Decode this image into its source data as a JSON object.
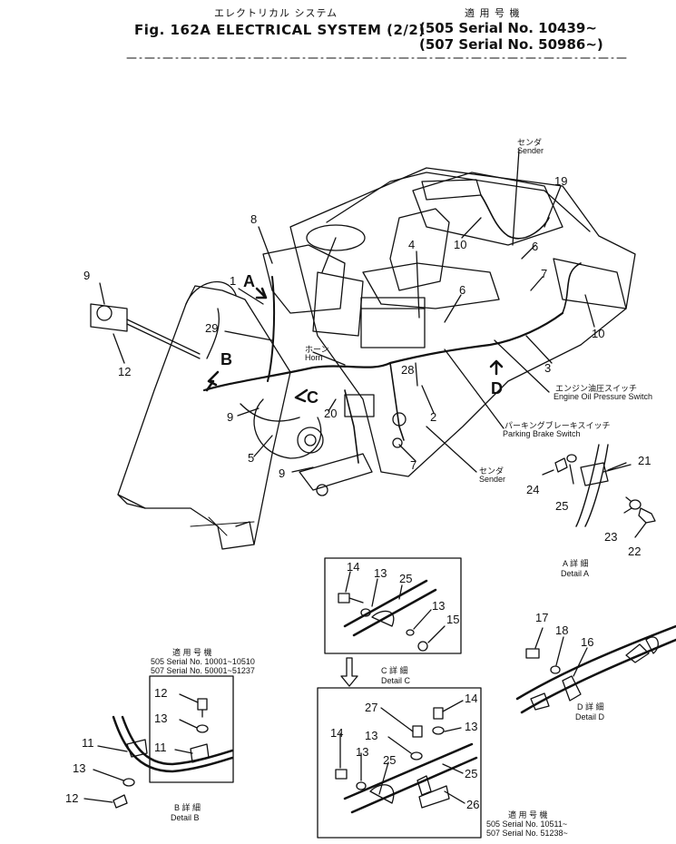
{
  "header": {
    "jp_title": "エレクトリカル システム",
    "title": "Fig. 162A ELECTRICAL SYSTEM (2/2)",
    "applicable_jp": "適 用 号 機",
    "serial_1": "(505 Serial No. 10439~",
    "serial_2": "(507 Serial No. 50986~)"
  },
  "callouts": [
    "1",
    "2",
    "3",
    "4",
    "5",
    "6",
    "6",
    "7",
    "7",
    "8",
    "9",
    "9",
    "9",
    "10",
    "10",
    "12",
    "19",
    "20",
    "28",
    "29"
  ],
  "labels": {
    "sender_top_jp": "センダ",
    "sender_top": "Sender",
    "horn_jp": "ホーン",
    "horn": "Horn",
    "engine_oil_jp": "エンジン油圧スイッチ",
    "engine_oil": "Engine Oil Pressure Switch",
    "parking_jp": "パーキングブレーキスイッチ",
    "parking": "Parking Brake Switch",
    "sender_bottom_jp": "センダ",
    "sender_bottom": "Sender"
  },
  "view_letters": {
    "a": "A",
    "b": "B",
    "c": "C",
    "d": "D"
  },
  "detail_a": {
    "nums": [
      "21",
      "24",
      "25",
      "23",
      "22"
    ],
    "jp": "A 詳 細",
    "label": "Detail A"
  },
  "detail_c": {
    "nums": [
      "14",
      "13",
      "25",
      "13",
      "15"
    ],
    "jp": "C 詳 細",
    "label": "Detail C"
  },
  "detail_d": {
    "nums": [
      "17",
      "18",
      "16"
    ],
    "jp": "D 詳 細",
    "label": "Detail D"
  },
  "detail_b": {
    "applicable_jp": "適 用 号 機",
    "serial_1": "505 Serial No. 10001~10510",
    "serial_2": "507 Serial No. 50001~51237",
    "nums": [
      "12",
      "13",
      "11",
      "11",
      "13",
      "12"
    ],
    "jp": "B 詳 細",
    "label": "Detail B"
  },
  "detail_lower": {
    "nums": [
      "27",
      "14",
      "13",
      "14",
      "13",
      "13",
      "25",
      "25",
      "26"
    ],
    "applicable_jp": "適 用 号 機",
    "serial_1": "505 Serial No. 10511~",
    "serial_2": "507 Serial No. 51238~"
  }
}
